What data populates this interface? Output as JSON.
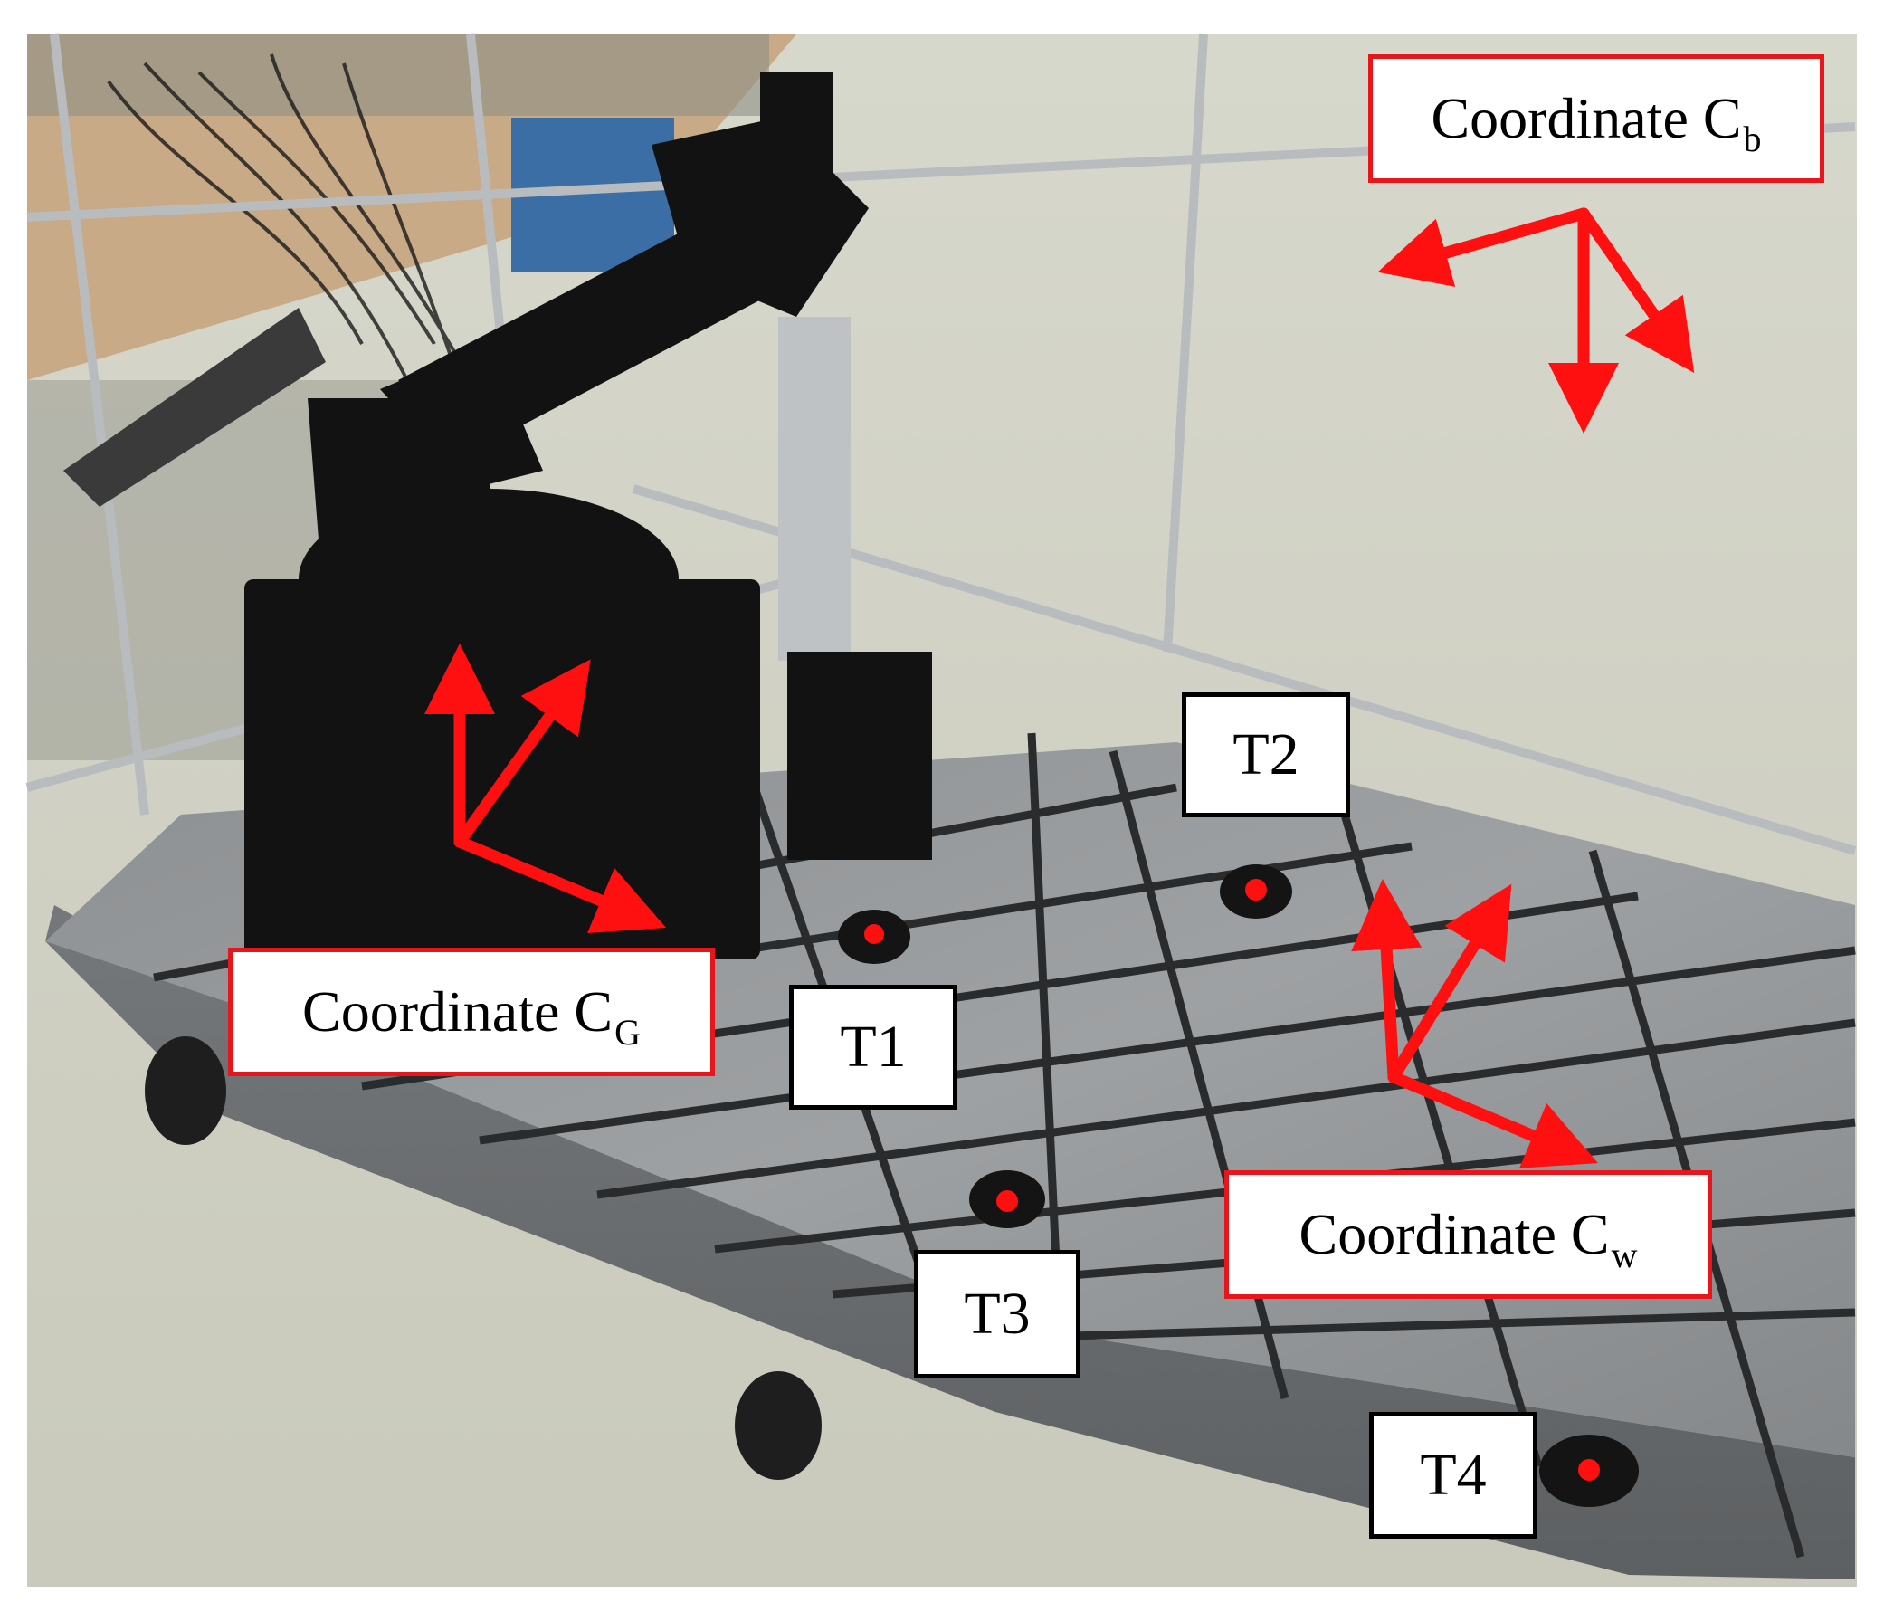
{
  "photo": {
    "subject": "robot arm on T-slot table",
    "colors": {
      "arrow": "#ff1010",
      "marker": "#ff1010",
      "label_border": "#e8161b",
      "tag_border": "#000000"
    }
  },
  "coordinate_labels": {
    "base": {
      "text": "Coordinate C",
      "sub": "b"
    },
    "gripper": {
      "text": "Coordinate C",
      "sub": "G"
    },
    "world": {
      "text": "Coordinate C",
      "sub": "w"
    }
  },
  "target_labels": [
    "T1",
    "T2",
    "T3",
    "T4"
  ],
  "axes": [
    "base-axes",
    "gripper-axes",
    "world-axes"
  ]
}
